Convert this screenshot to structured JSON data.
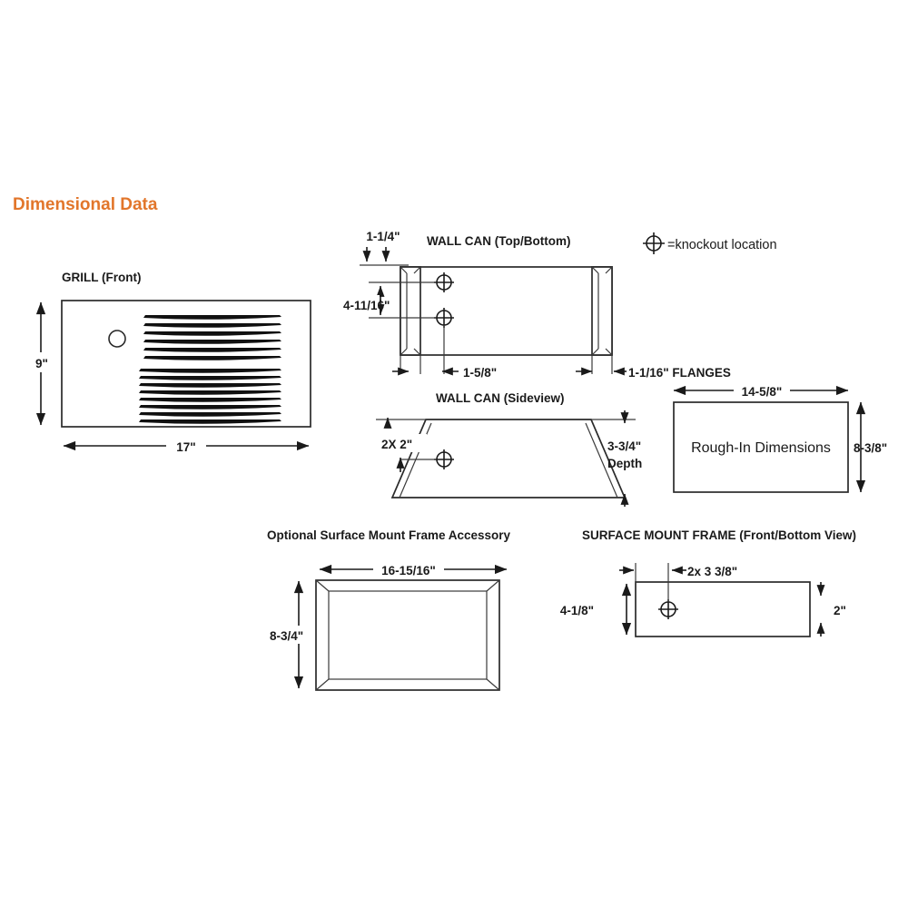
{
  "page": {
    "title": "Dimensional Data",
    "title_color": "#E2762B",
    "background": "#ffffff",
    "line_color": "#1a1a1a"
  },
  "legend": {
    "symbol_name": "knockout-crosshair-icon",
    "text": "=knockout location"
  },
  "views": {
    "grill": {
      "heading": "GRILL (Front)",
      "dims": {
        "height": "9\"",
        "width": "17\""
      },
      "louvers": {
        "upper_count": 6,
        "lower_count": 10
      }
    },
    "wall_can_top": {
      "heading": "WALL CAN (Top/Bottom)",
      "dims": {
        "flange_top": "1-1/4\"",
        "knockout_spacing": "4-11/16\"",
        "knockout_offset": "1-5/8\"",
        "flanges": "1-1/16\" FLANGES"
      },
      "knockout_count": 2
    },
    "wall_can_side": {
      "heading": "WALL CAN (Sideview)",
      "dims": {
        "knockout": "2X 2\"",
        "depth_line1": "3-3/4\"",
        "depth_line2": "Depth"
      }
    },
    "rough_in": {
      "label": "Rough-In Dimensions",
      "dims": {
        "width": "14-5/8\"",
        "height": "8-3/8\""
      }
    },
    "surface_frame_accessory": {
      "heading": "Optional Surface Mount Frame Accessory",
      "dims": {
        "width": "16-15/16\"",
        "height": "8-3/4\""
      }
    },
    "surface_frame_front": {
      "heading": "SURFACE MOUNT FRAME (Front/Bottom View)",
      "dims": {
        "knockout_offset": "2x 3 3/8\"",
        "left_height": "4-1/8\"",
        "right_height": "2\""
      },
      "knockout_count": 1
    }
  }
}
